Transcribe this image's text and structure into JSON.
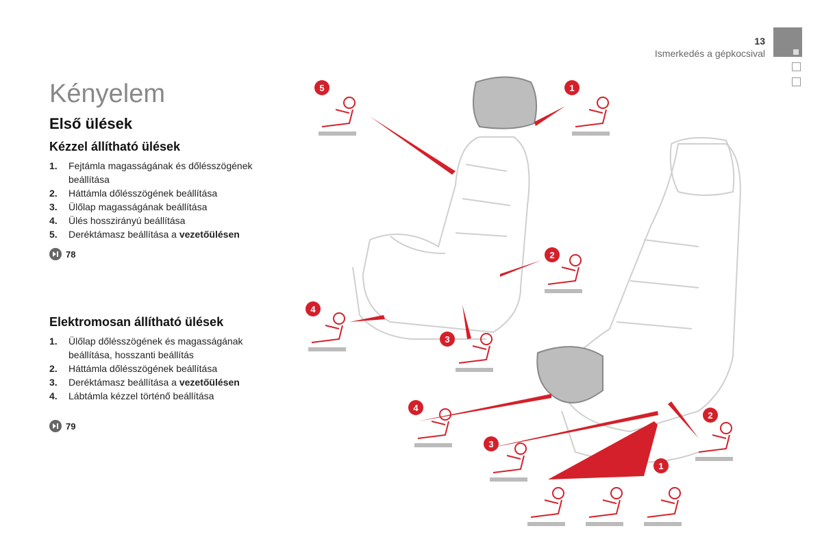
{
  "header": {
    "page_number": "13",
    "chapter_title": "Ismerkedés a gépkocsival"
  },
  "title": "Kényelem",
  "section_title": "Első ülések",
  "manual": {
    "heading": "Kézzel állítható ülések",
    "items": [
      {
        "num": "1.",
        "text": "Fejtámla magasságának és dőlésszögének beállítása"
      },
      {
        "num": "2.",
        "text": "Háttámla dőlésszögének beállítása"
      },
      {
        "num": "3.",
        "text": "Ülőlap magasságának beállítása"
      },
      {
        "num": "4.",
        "text": "Ülés hosszirányú beállítása"
      },
      {
        "num": "5.",
        "text_before": "Deréktámasz beállítása a ",
        "text_bold": "vezetőülésen"
      }
    ],
    "ref": "78"
  },
  "electric": {
    "heading": "Elektromosan állítható ülések",
    "items": [
      {
        "num": "1.",
        "text": "Ülőlap dőlésszögének és magasságának beállítása, hosszanti beállítás"
      },
      {
        "num": "2.",
        "text": "Háttámla dőlésszögének beállítása"
      },
      {
        "num": "3.",
        "text_before": "Deréktámasz beállítása a ",
        "text_bold": "vezetőülésen"
      },
      {
        "num": "4.",
        "text": "Lábtámla kézzel történő beállítása"
      }
    ],
    "ref": "79"
  },
  "illustration": {
    "manual_badges": [
      "5",
      "1",
      "2",
      "4",
      "3"
    ],
    "electric_badges": [
      "4",
      "2",
      "3",
      "1"
    ]
  },
  "colors": {
    "accent": "#d4202a",
    "seat_outline": "#cccccc",
    "highlight": "#888888"
  }
}
